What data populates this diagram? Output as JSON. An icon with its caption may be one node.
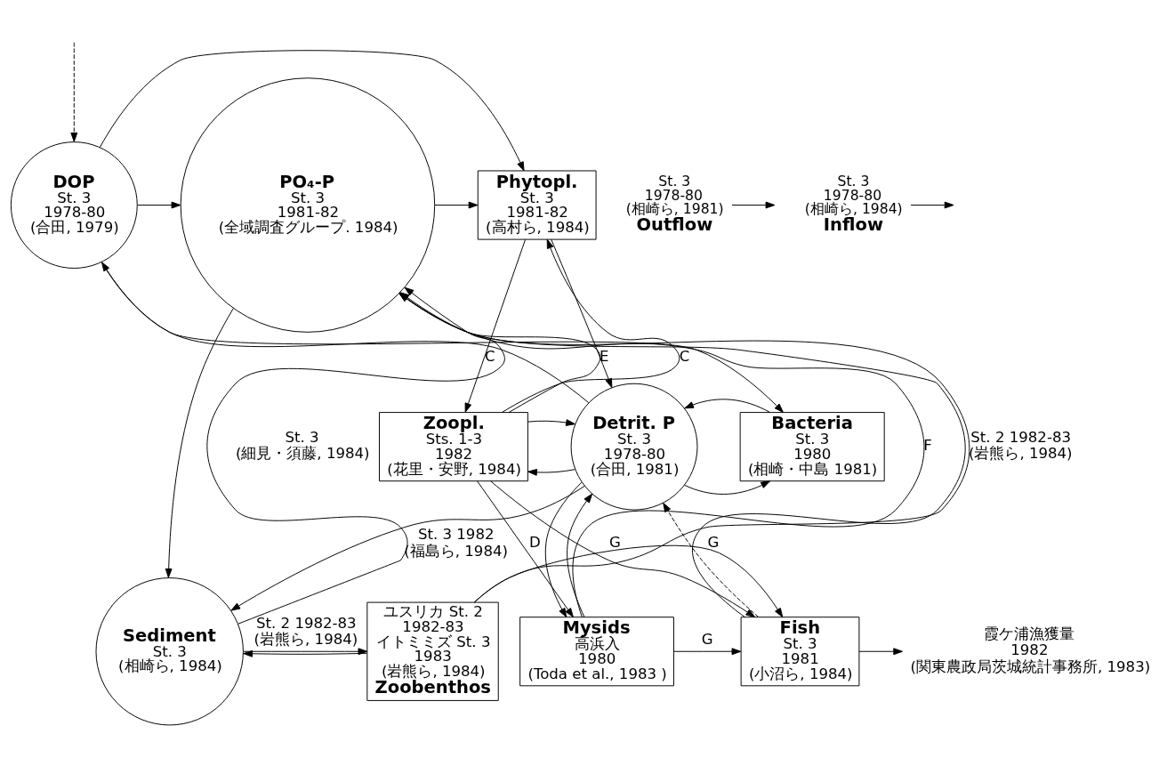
{
  "diagram": {
    "nodes": [
      {
        "text": [
          "PO₄-P",
          "St. 3",
          "1981-82",
          "(全域調査グループ. 1984)"
        ]
      },
      {
        "text": [
          "Phytopl.",
          "St. 3",
          "1981-82",
          "(高村ら, 1984)"
        ]
      },
      {
        "text": [
          "DOP",
          "St. 3",
          "1978-80",
          "(合田, 1979)"
        ]
      },
      {
        "text": [
          "Zoopl.",
          "Sts. 1-3",
          "1982",
          "(花里・安野, 1984)"
        ]
      },
      {
        "text": [
          "Detrit. P",
          "St. 3",
          "1978-80",
          "(合田, 1981)"
        ]
      },
      {
        "text": [
          "Bacteria",
          "St. 3",
          "1980",
          "(相崎・中島 1981)"
        ]
      },
      {
        "text": [
          "Fish",
          "St. 3",
          "1981",
          "(小沼ら, 1984)"
        ]
      },
      {
        "text": [
          "Mysids",
          "高浜入",
          "1980",
          "(Toda et al., 1983 )"
        ]
      },
      {
        "text": [
          "ユスリカ St. 2",
          "1982-83",
          "イトミミズ St. 3",
          "1983",
          "(岩熊ら, 1984)",
          "Zoobenthos"
        ]
      },
      {
        "text": [
          "Sediment",
          "St. 3",
          "(相崎ら, 1984)"
        ]
      },
      {
        "text": [
          "Outflow"
        ],
        "beside": [
          "St. 3",
          "1978-80",
          "(相崎ら, 1981)"
        ]
      },
      {
        "text": [
          "Inflow"
        ],
        "beside": [
          "St. 3",
          "1978-80",
          "(相崎ら, 1984)"
        ]
      },
      {
        "text": [
          "霞ケ浦漁獲量",
          "1982",
          "(関東農政局茨城統計事務所, 1983)"
        ]
      }
    ],
    "edges": [
      {
        "from": 2,
        "to": 0,
        "arrow": "to"
      },
      {
        "from": 0,
        "to": 1,
        "arrow": "to"
      },
      {
        "from": 2,
        "to": 1,
        "arrow": "to"
      },
      {
        "from": 0,
        "to": 9,
        "arrow": "to"
      },
      {
        "from": 1,
        "to": 3,
        "arrow": "to",
        "label": "C"
      },
      {
        "from": 4,
        "to": 3,
        "arrow": "to"
      },
      {
        "from": 3,
        "to": 1,
        "arrow": "to",
        "label": "C"
      },
      {
        "from": 3,
        "to": 4,
        "arrow": "to"
      },
      {
        "from": 1,
        "to": 4,
        "arrow": "to"
      },
      {
        "from": 4,
        "to": 2,
        "arrow": "to"
      },
      {
        "from": 2,
        "to": 5,
        "arrow": "to"
      },
      {
        "from": 4,
        "to": 5,
        "arrow": "to"
      },
      {
        "from": 5,
        "to": 4,
        "arrow": "to"
      },
      {
        "from": 3,
        "to": 0,
        "arrow": "to",
        "label": "E"
      },
      {
        "from": 7,
        "to": 0,
        "arrow": "to",
        "label": "F"
      },
      {
        "from": 6,
        "to": 0,
        "arrow": "to"
      },
      {
        "from": 8,
        "to": 0,
        "arrow": "to",
        "label": "St. 2 1982-83 (岩熊ら, 1984)"
      },
      {
        "from": 9,
        "to": 0,
        "arrow": "to",
        "label": "St. 3 (細見・須藤, 1984)"
      },
      {
        "from": 3,
        "to": 6,
        "arrow": "to",
        "label": "G"
      },
      {
        "from": 7,
        "to": 6,
        "arrow": "to",
        "label": "G"
      },
      {
        "from": 8,
        "to": 6,
        "arrow": "to",
        "label": "G"
      },
      {
        "from": 3,
        "to": 7,
        "arrow": "to",
        "label": "D"
      },
      {
        "from": 4,
        "to": 7,
        "arrow": "to"
      },
      {
        "from": 7,
        "to": 4,
        "arrow": "to"
      },
      {
        "from": 6,
        "to": 4,
        "arrow": "to",
        "style": "dashed"
      },
      {
        "from": 4,
        "to": 9,
        "arrow": "to",
        "label": "St. 3 1982 (福島ら, 1984)"
      },
      {
        "from": 9,
        "to": 8,
        "arrow": "to",
        "label": "St. 2 1982-83 (岩熊ら, 1984)"
      },
      {
        "from": 8,
        "to": 9,
        "arrow": "to"
      },
      {
        "from": 6,
        "to": 12,
        "arrow": "to"
      },
      {
        "from": 10,
        "to": null,
        "arrow": "to"
      },
      {
        "from": 11,
        "to": null,
        "arrow": "to"
      },
      {
        "from": null,
        "to": 2,
        "arrow": "to",
        "style": "dashed"
      }
    ]
  }
}
